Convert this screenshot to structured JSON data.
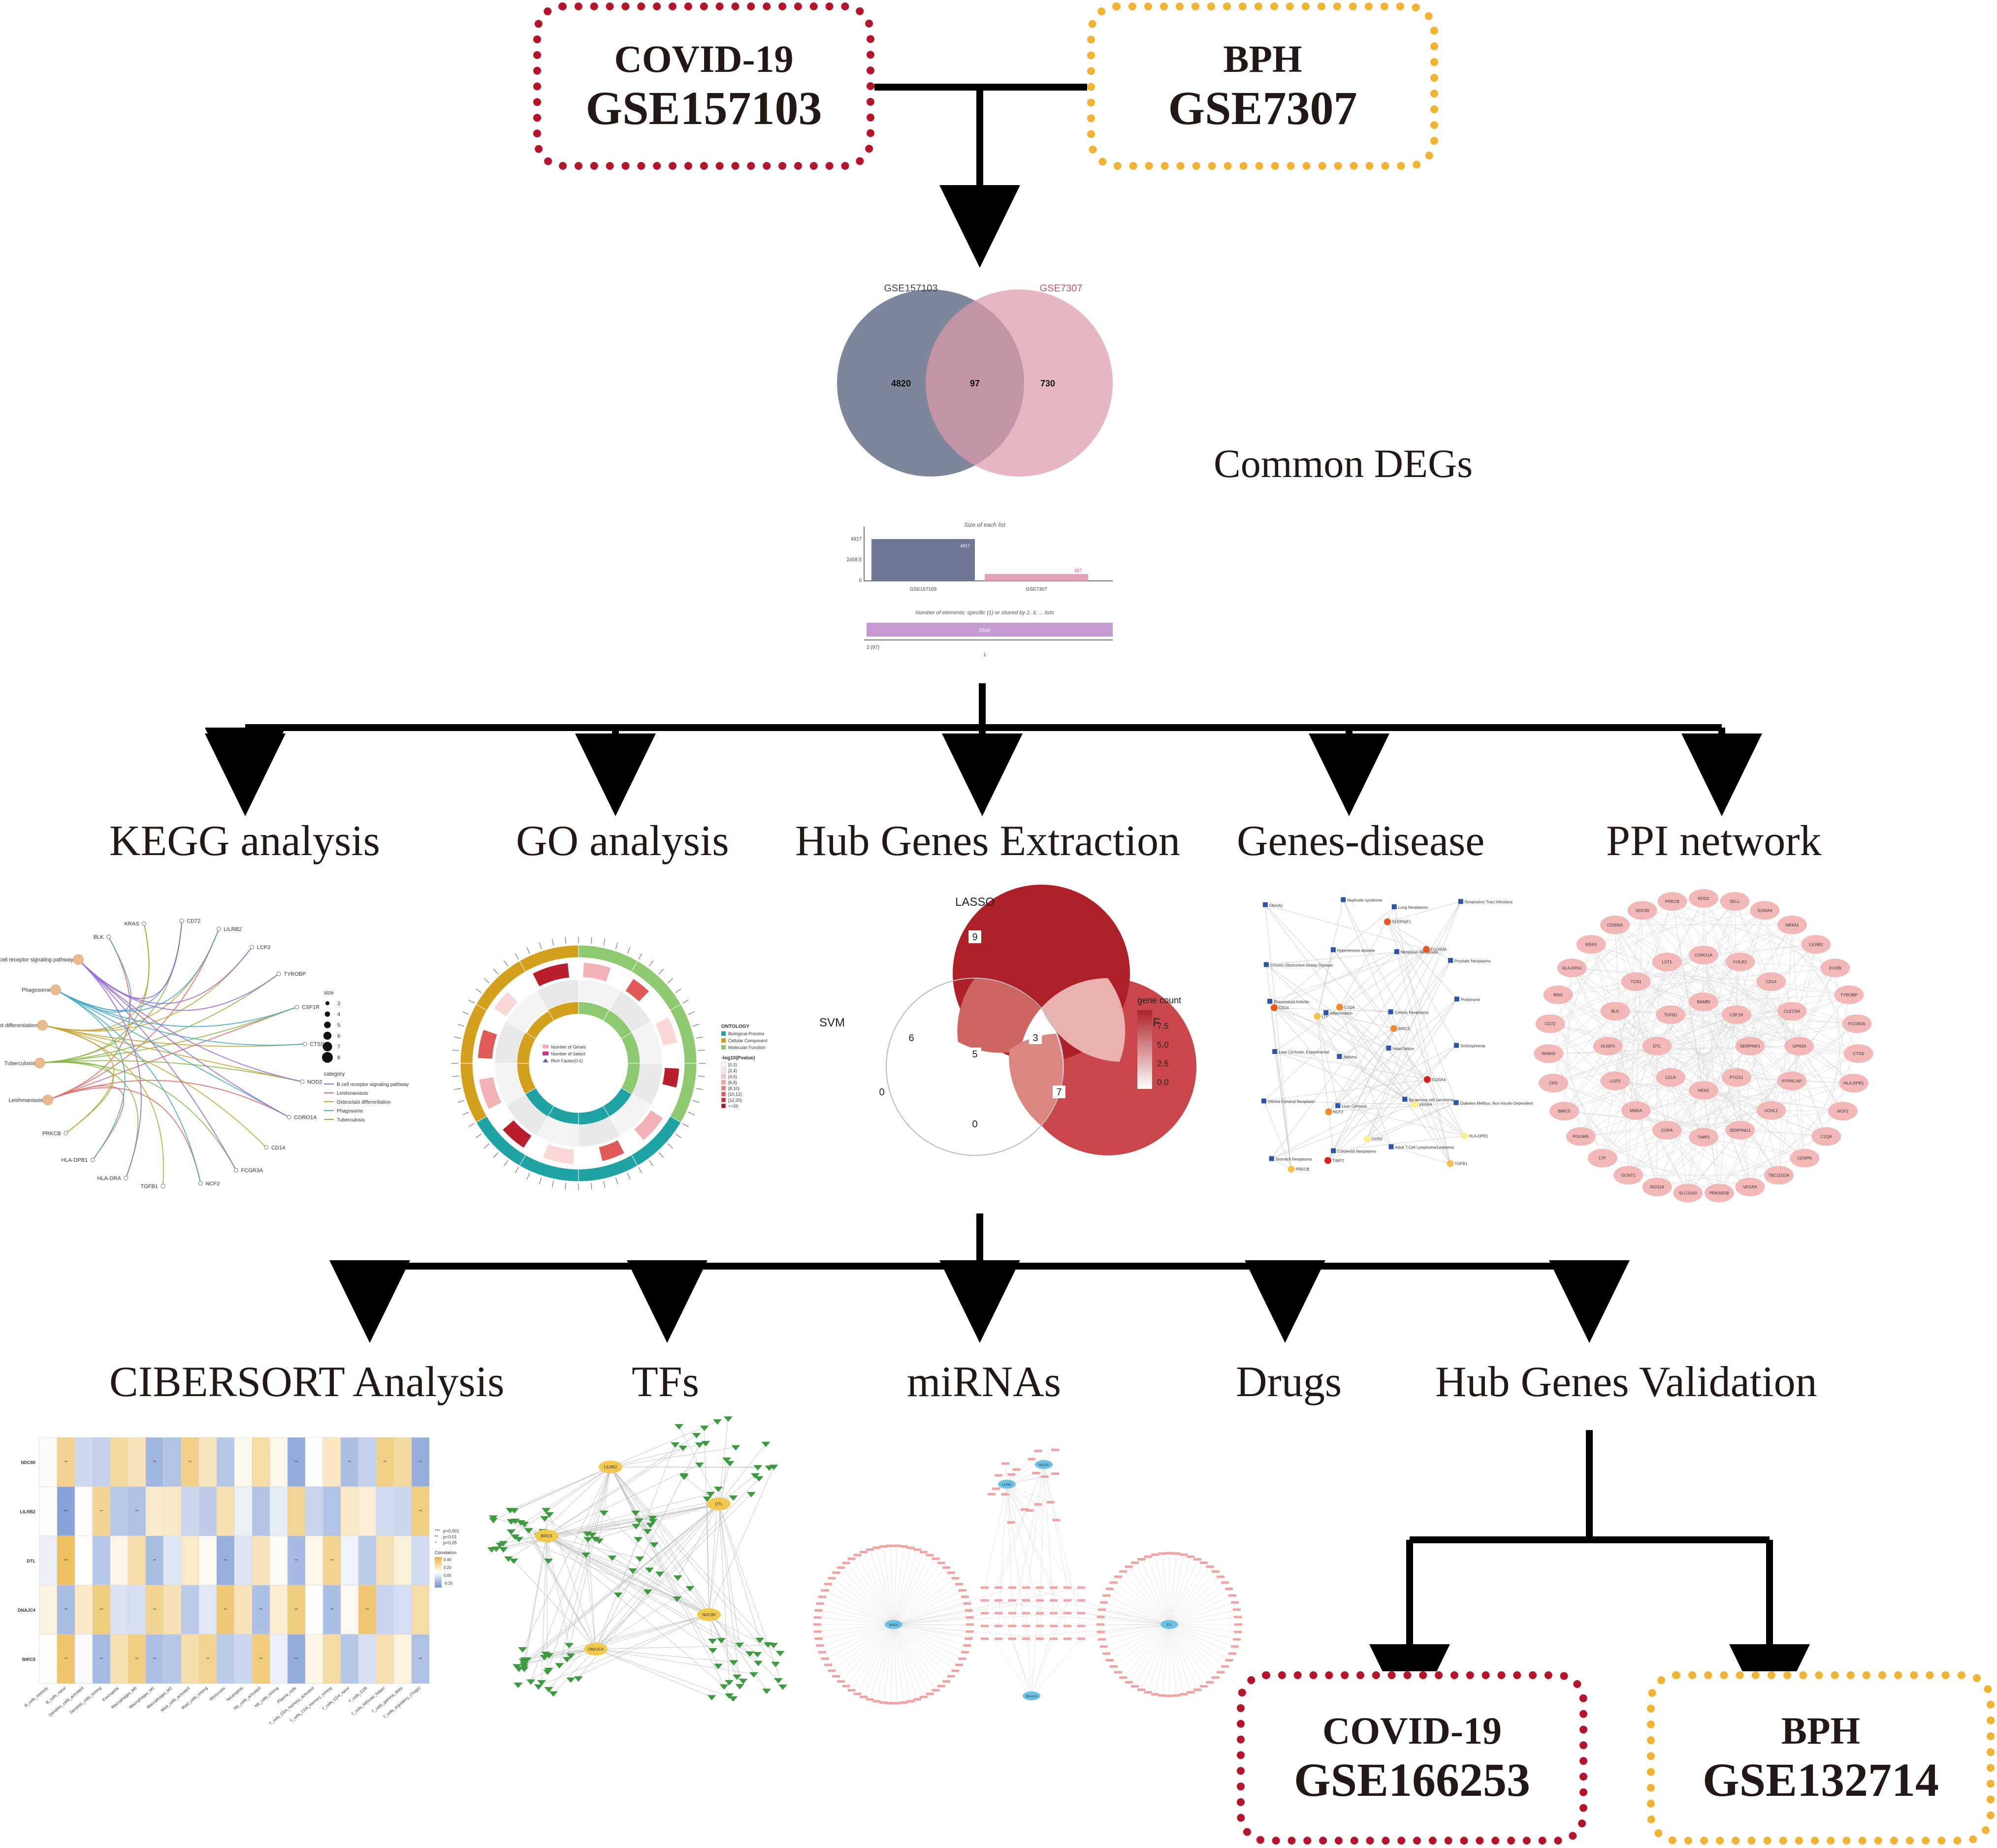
{
  "top": {
    "covid": {
      "line1": "COVID-19",
      "line2": "GSE157103"
    },
    "bph": {
      "line1": "BPH",
      "line2": "GSE7307"
    }
  },
  "venn": {
    "set_a": "GSE157103",
    "set_b": "GSE7307",
    "only_a": "4820",
    "both": "97",
    "only_b": "730",
    "caption": "Common DEGs"
  },
  "barplot": {
    "title": "Size of each list",
    "yticks": [
      "4917",
      "2458.5",
      "0"
    ],
    "bars": [
      {
        "name": "GSE157103",
        "value": "4917"
      },
      {
        "name": "GSE7307",
        "value": "827"
      }
    ],
    "subtitle": "Number of elements: specific (1) or shared by 2, 3, ... lists",
    "inter_value": "5550",
    "inter_left": "2 (97)",
    "inter_x": "1"
  },
  "sections": [
    "KEGG analysis",
    "GO analysis",
    "Hub Genes Extraction",
    "Genes-disease",
    "PPI network"
  ],
  "kegg": {
    "genes": [
      "BLK",
      "KRAS",
      "CD72",
      "LILRB2",
      "LCP2",
      "TYROBP",
      "CSF1R",
      "CTSS",
      "NOD2",
      "CORO1A",
      "CD14",
      "FCGR3A",
      "NCF2",
      "TGFB1",
      "HLA-DRA",
      "HLA-DPB1",
      "PRKCB"
    ],
    "pathways": [
      "Leishmaniasis",
      "Tuberculosis",
      "Osteoclast differentiation",
      "Phagosome",
      "B cell receptor signaling pathway"
    ],
    "size_title": "size",
    "sizes": [
      "3",
      "4",
      "5",
      "6",
      "7",
      "8"
    ],
    "category_title": "category",
    "categories": [
      "B cell receptor signaling pathway",
      "Leishmaniasis",
      "Osteoclast differentiation",
      "Phagosome",
      "Tuberculosis"
    ]
  },
  "go": {
    "legend_inner": [
      "Number of Genes",
      "Number of Select",
      "Rich Factor(0-1)"
    ],
    "ontology_title": "ONTOLOGY",
    "ontology": [
      "Biological Process",
      "Cellular Component",
      "Molecular Function"
    ],
    "pval_title": "-log10(Pvalue)",
    "pval_bins": [
      "[0,2)",
      "[2,4)",
      "[4,6)",
      "[6,8)",
      "[8,10)",
      "[10,12)",
      "[12,20)",
      ">=20"
    ]
  },
  "hub_venn": {
    "lasso": "LASSO",
    "svm": "SVM",
    "rf": "RF",
    "n_lasso_only": "9",
    "n_lasso_svm": "6",
    "n_all": "5",
    "n_lasso_rf": "3",
    "n_svm_only": "0",
    "n_svm_rf": "0",
    "n_rf_only": "7",
    "legend_title": "gene count",
    "legend_ticks": [
      "7.5",
      "5.0",
      "2.5",
      "0.0"
    ]
  },
  "genes_disease": {
    "diseases": [
      "Obesity",
      "Nephrotic syndrome",
      "Lung Neoplasms",
      "Respiratory Tract Infections",
      "Chronic Obstructive Airway Disease",
      "Hypertensive disease",
      "Neoplasm Metastasis",
      "Prostatic Neoplasms",
      "Rheumatoid Arthritis",
      "Inflammation",
      "Colonic Neoplasms",
      "Proteinuria",
      "Liver Cirrhosis, Experimental",
      "Asthma",
      "Heart failure",
      "Schizophrenia",
      "Uterine Cervical Neoplasm",
      "Liver Cirrhosis",
      "Squamous cell carcinoma",
      "Diabetes Mellitus, Non-Insulin-Dependent",
      "Stomach Neoplasms",
      "Colorectal Neoplasms",
      "Adult T-Cell Lymphoma/Leukemia"
    ],
    "genes": [
      "FCGR3A",
      "NCF2",
      "TGFB1",
      "HLA-DPB1",
      "S100A4",
      "SERPINF1",
      "C1QA",
      "LTF",
      "VEGFA",
      "TIMP2",
      "CD14",
      "BIRC5",
      "PRKCB",
      "CCR4"
    ]
  },
  "ppi": {
    "nodes": [
      "BAMBI",
      "CSF1R",
      "SERPINF1",
      "PTGS1",
      "NEK2",
      "LDLR",
      "DTL",
      "TGFB1",
      "CORO1A",
      "FOLR2",
      "CD14",
      "CLEC5A",
      "GPR34",
      "PTPRCAP",
      "UCHL1",
      "SERPING1",
      "TIMP2",
      "COPA",
      "MNDA",
      "LCP2",
      "DUSP5",
      "BLK",
      "TCN1",
      "LST1",
      "NOD2",
      "SELL",
      "S100A4",
      "NR4A1",
      "LILRB2",
      "EVI2B",
      "TYROBP",
      "FCGR3A",
      "CTSS",
      "HLA-DPB1",
      "NCF2",
      "C1QA",
      "CENPN",
      "TBC1D22A",
      "VEGFA",
      "PRKAR2B",
      "SLC15A3",
      "RGS18",
      "GCNT1",
      "LTF",
      "POLN85",
      "BIRC5",
      "CFD",
      "RAB43",
      "CD72",
      "BIN2",
      "HLA-DPA1",
      "KRAS",
      "CD300A",
      "NDC80",
      "PRKCB"
    ]
  },
  "sections2": [
    "CIBERSORT Analysis",
    "TFs",
    "miRNAs",
    "Drugs",
    "Hub Genes Validation"
  ],
  "cibersort": {
    "rows": [
      "NDC80",
      "LILRB2",
      "DTL",
      "DNAJC4",
      "BIRC5"
    ],
    "legend_sig": [
      "***",
      "**",
      "*"
    ],
    "legend_p": [
      "p<0.001",
      "p<0.01",
      "p<0.05"
    ],
    "legend_title": "Correlation",
    "legend_ticks": [
      "0.40",
      "0.20",
      "0.00",
      "-0.20"
    ],
    "cols": [
      "B_cells_memory",
      "B_cells_naive",
      "Dendritic_cells_activated",
      "Dendritic_cells_resting",
      "Eosinophils",
      "Macrophages_M0",
      "Macrophages_M1",
      "Macrophages_M2",
      "Mast_cells_activated",
      "Mast_cells_resting",
      "Monocytes",
      "Neutrophils",
      "NK_cells_activated",
      "NK_cells_resting",
      "Plasma_cells",
      "T_cells_CD4_memory_activated",
      "T_cells_CD4_memory_resting",
      "T_cells_CD4_naive",
      "T_cells_CD8",
      "T_cells_follicular_helper",
      "T_cells_gamma_delta",
      "T_cells_regulatory_(Tregs)"
    ]
  },
  "tfs": {
    "hubs": [
      "LILRB2",
      "DTL",
      "BIRC5",
      "DNAJC4",
      "NDC80"
    ]
  },
  "mirnas": {
    "hubs": [
      "LILRB2",
      "NDC80",
      "BIRC5",
      "DTL",
      "DNAJC4"
    ]
  },
  "bottom": {
    "covid": {
      "line1": "COVID-19",
      "line2": "GSE166253"
    },
    "bph": {
      "line1": "BPH",
      "line2": "GSE132714"
    }
  },
  "colors": {
    "covid_border": "#b5152b",
    "bph_border": "#f2b233",
    "venn_a": "#5e6882",
    "venn_b": "#dc9aa9",
    "lasso_red": "#ae2128",
    "rf_red": "#c9474a",
    "ppi_node": "#f2b8b8",
    "tf_green": "#3c9b3f",
    "mirna_red": "#d9534f",
    "mirna_blue": "#6cc0e5"
  }
}
